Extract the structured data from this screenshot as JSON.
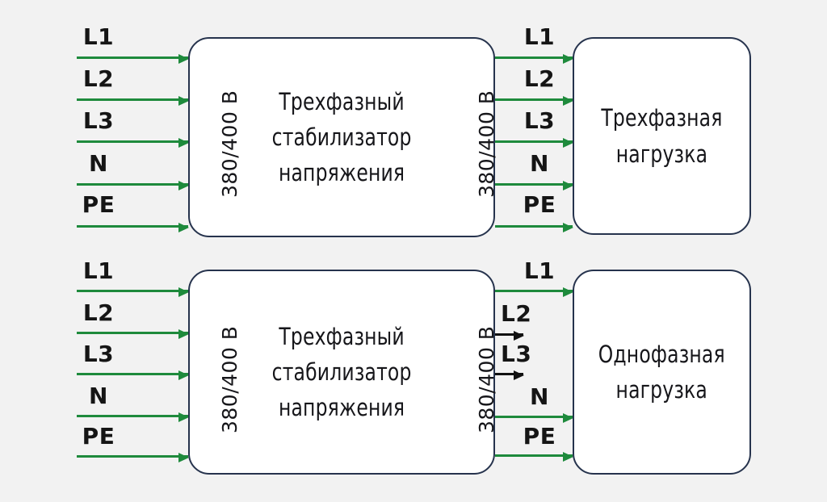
{
  "page": {
    "background_color": "#f2f2f2",
    "wire_color": "#1e8a3c",
    "stub_color": "#111111",
    "box_border_color": "#26334d",
    "box_fill_color": "#ffffff"
  },
  "diagrams": [
    {
      "id": "three-phase-load",
      "input_labels": [
        "L1",
        "L2",
        "L3",
        "N",
        "PE"
      ],
      "output_labels": [
        "L1",
        "L2",
        "L3",
        "N",
        "PE"
      ],
      "stabilizer": {
        "title": "Трехфазный\nстабилизатор\nнапряжения",
        "input_voltage": "380/400 В",
        "output_voltage": "380/400 В"
      },
      "load": {
        "title": "Трехфазная\nнагрузка"
      }
    },
    {
      "id": "single-phase-load",
      "input_labels": [
        "L1",
        "L2",
        "L3",
        "N",
        "PE"
      ],
      "output_labels": [
        "L1",
        "L2",
        "L3",
        "N",
        "PE"
      ],
      "stabilizer": {
        "title": "Трехфазный\nстабилизатор\nнапряжения",
        "input_voltage": "380/400 В",
        "output_voltage": "380/400 В"
      },
      "load": {
        "title": "Однофазная\nнагрузка"
      }
    }
  ]
}
